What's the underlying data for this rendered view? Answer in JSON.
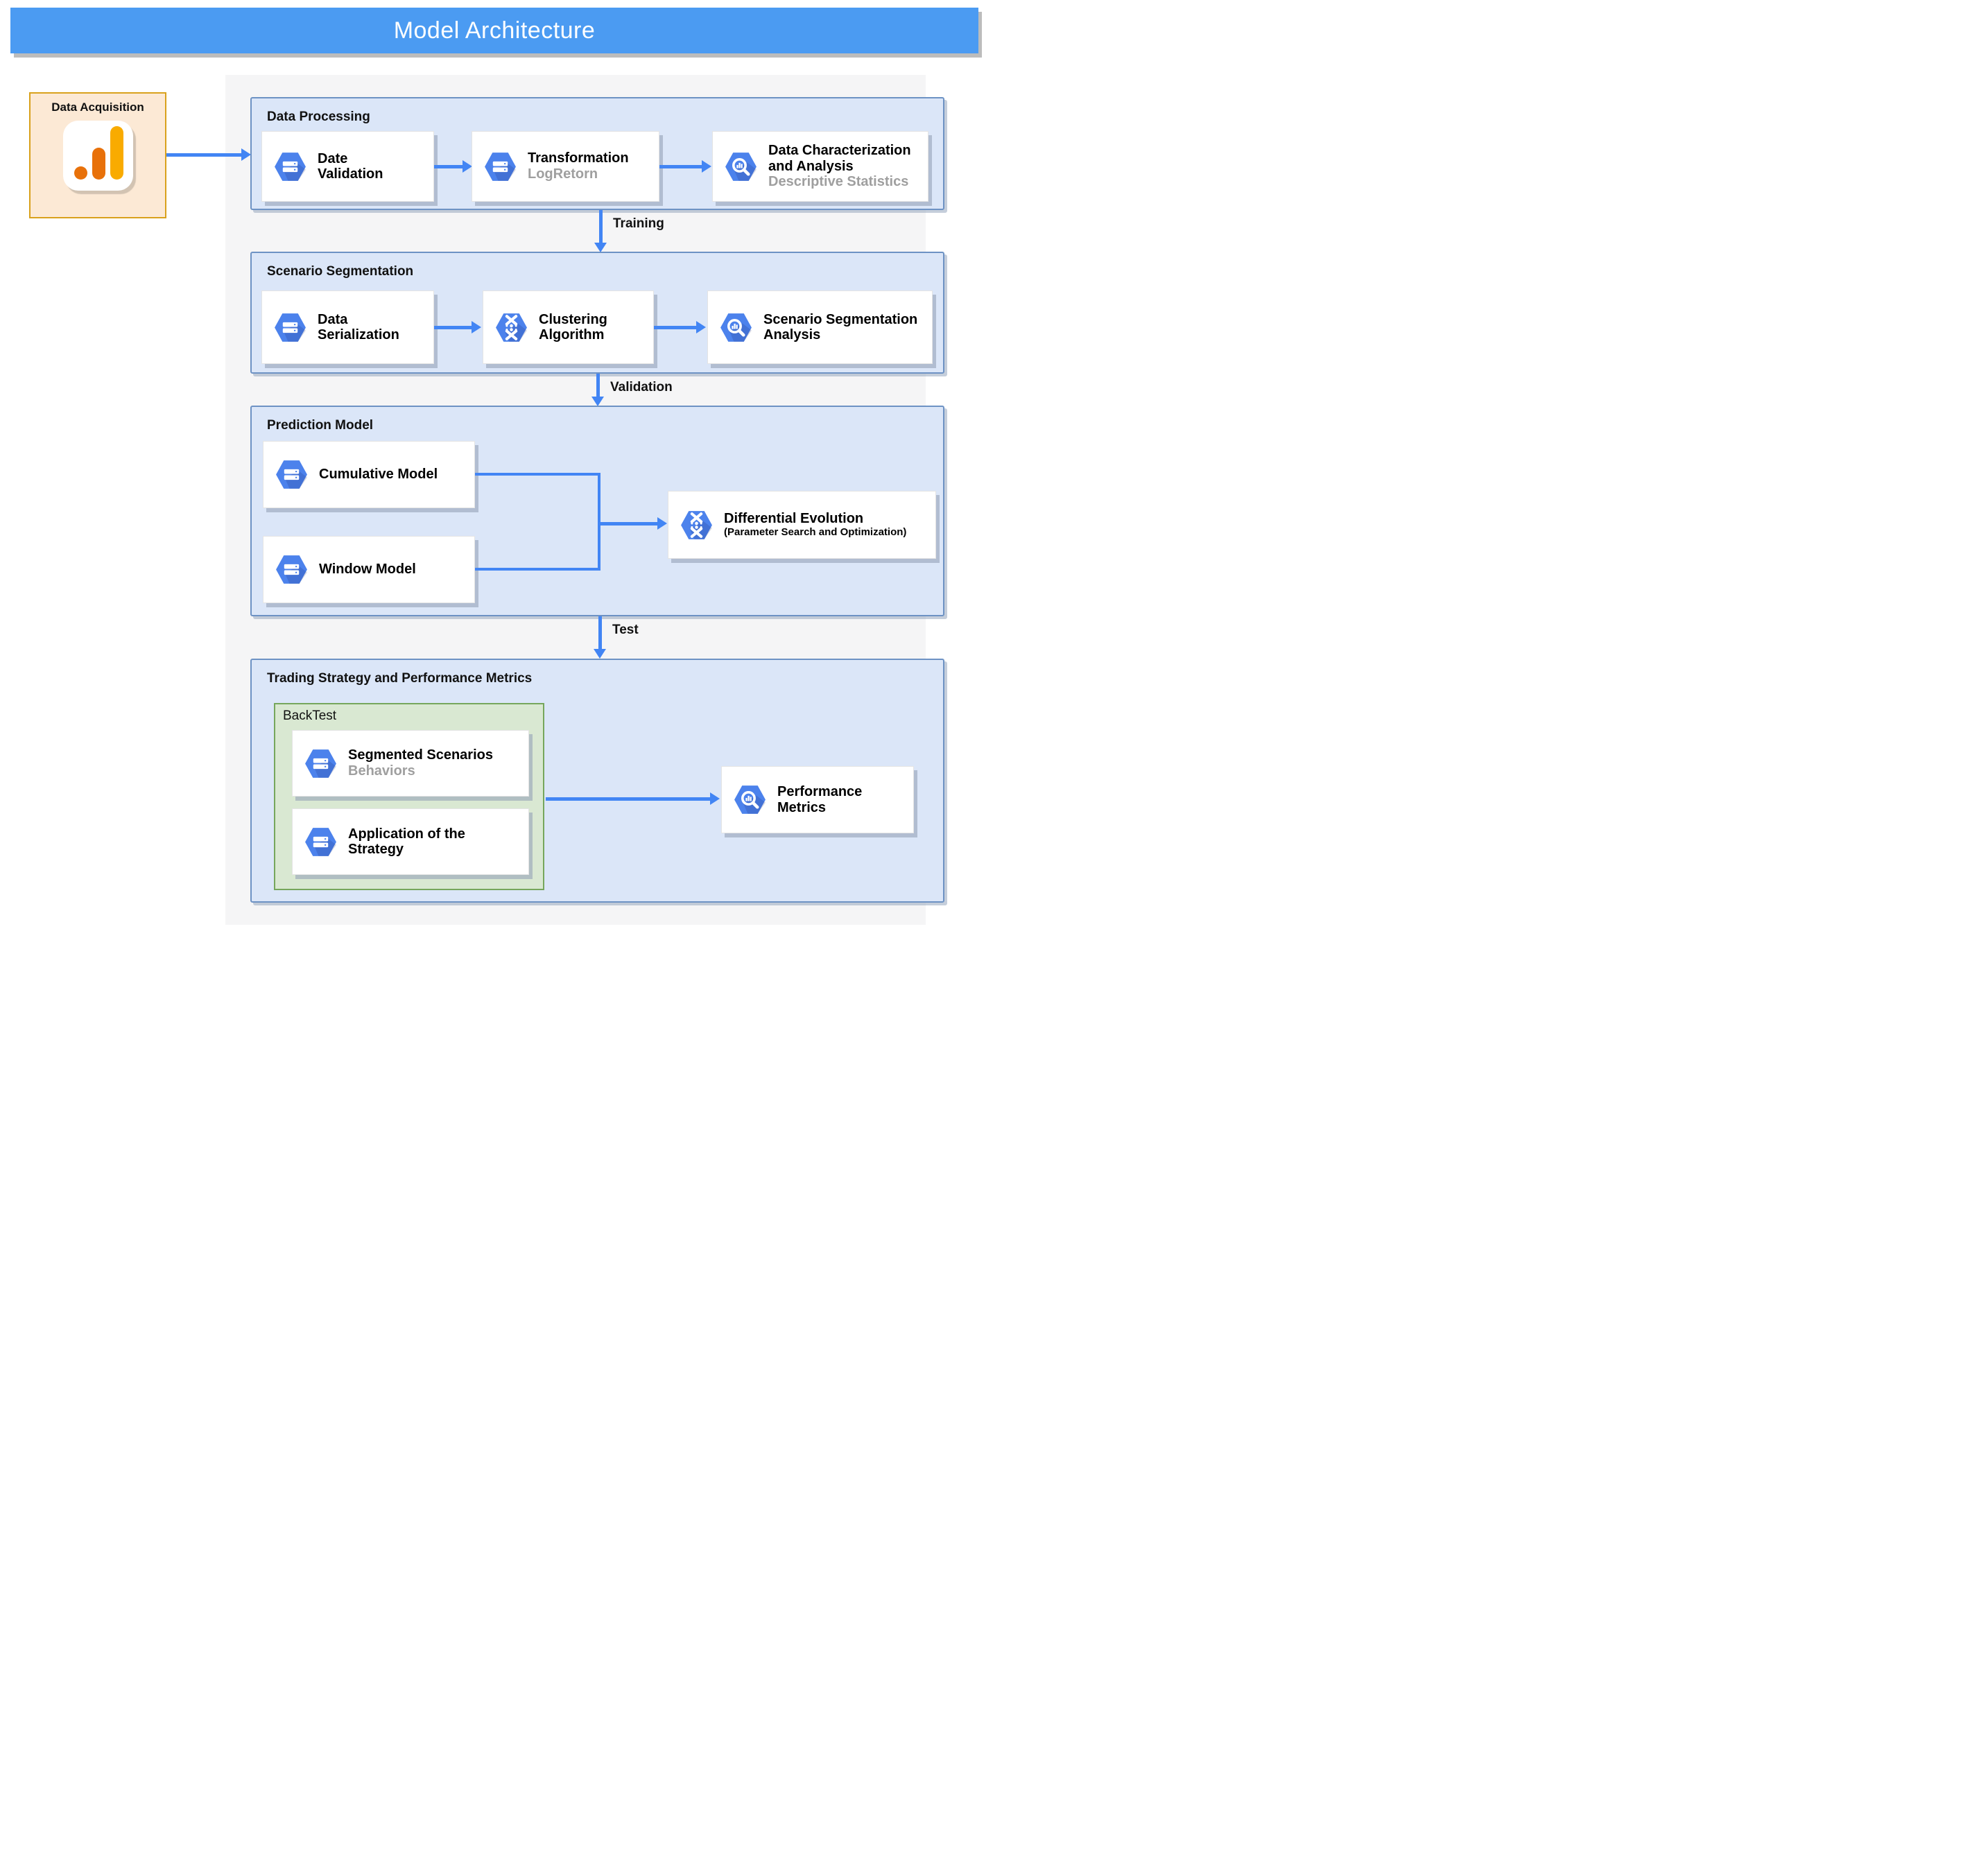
{
  "title": "Model Architecture",
  "data_acquisition": {
    "label": "Data Acquisition",
    "icon": "analytics"
  },
  "flow_labels": {
    "training": "Training",
    "validation": "Validation",
    "test": "Test"
  },
  "sections": {
    "data_processing": {
      "label": "Data Processing",
      "cards": [
        {
          "title": "Date\nValidation",
          "subtitle": "",
          "icon": "compute"
        },
        {
          "title": "Transformation",
          "subtitle": "LogRetorn",
          "icon": "compute"
        },
        {
          "title": "Data Characterization and Analysis",
          "subtitle": "Descriptive Statistics",
          "icon": "bigquery"
        }
      ]
    },
    "scenario_segmentation": {
      "label": "Scenario Segmentation",
      "cards": [
        {
          "title": "Data\nSerialization",
          "subtitle": "",
          "icon": "compute"
        },
        {
          "title": "Clustering\nAlgorithm",
          "subtitle": "",
          "icon": "genomics"
        },
        {
          "title": "Scenario Segmentation\nAnalysis",
          "subtitle": "",
          "icon": "bigquery"
        }
      ]
    },
    "prediction_model": {
      "label": "Prediction Model",
      "cards": [
        {
          "title": "Cumulative Model",
          "subtitle": "",
          "icon": "compute"
        },
        {
          "title": "Window Model",
          "subtitle": "",
          "icon": "compute"
        },
        {
          "title": "Differential Evolution",
          "subtitle": "(Parameter Search and Optimization)",
          "icon": "genomics"
        }
      ]
    },
    "trading": {
      "label": "Trading Strategy and Performance Metrics",
      "backtest_label": "BackTest",
      "cards": [
        {
          "title": "Segmented Scenarios",
          "subtitle": "Behaviors",
          "icon": "compute"
        },
        {
          "title": "Application of the\nStrategy",
          "subtitle": "",
          "icon": "compute"
        },
        {
          "title": "Performance\nMetrics",
          "subtitle": "",
          "icon": "bigquery"
        }
      ]
    }
  },
  "colors": {
    "accent_blue": "#4285F4",
    "header_blue": "#4B9BF2",
    "container_fill": "#DBE6F8",
    "container_border": "#6D92C4",
    "backtest_fill": "#D9E8D2",
    "backtest_border": "#76A65C",
    "acquisition_fill": "#FCE9D5",
    "acquisition_border": "#D9A11C",
    "analytics_orange": "#E8710A",
    "analytics_amber": "#F9AB00",
    "icon_blue": "#4C82EC"
  }
}
